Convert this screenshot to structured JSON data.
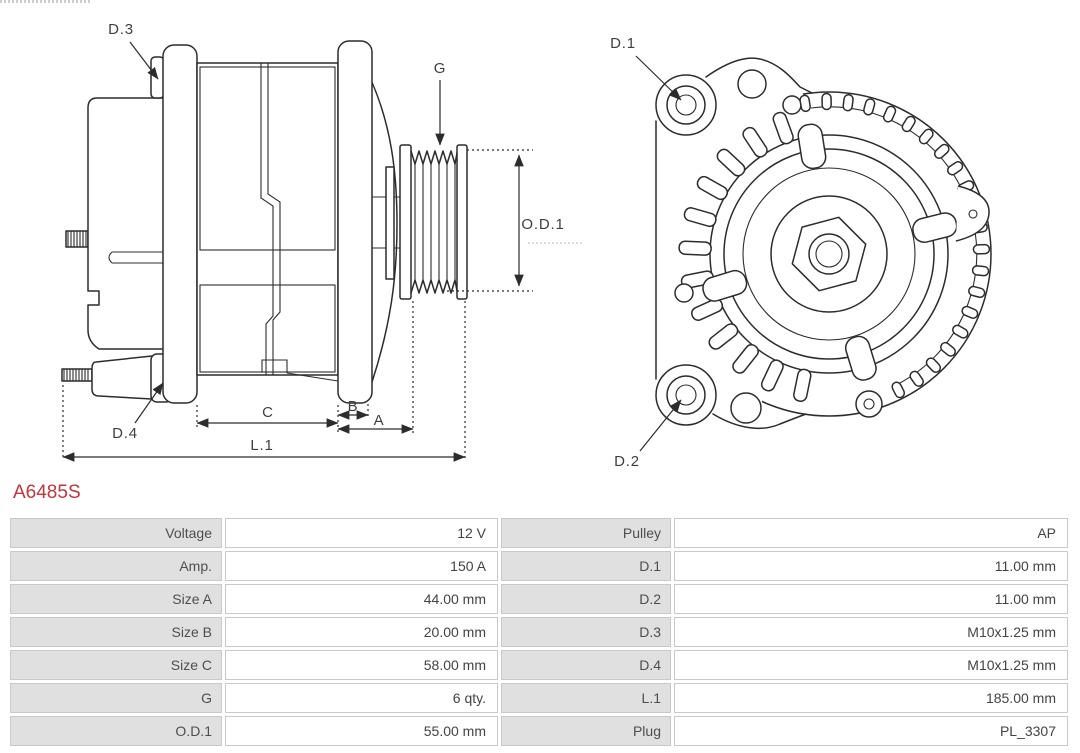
{
  "part_number": "A6485S",
  "accent_color": "#c1353b",
  "diagrams": {
    "side_view": {
      "labels": {
        "d3": "D.3",
        "g": "G",
        "od1": "O.D.1",
        "d4": "D.4",
        "c": "C",
        "b": "B",
        "a": "A",
        "l1": "L.1"
      }
    },
    "front_view": {
      "labels": {
        "d1": "D.1",
        "d2": "D.2"
      }
    }
  },
  "spec_table": {
    "colors": {
      "label_bg": "#e0e0e0",
      "value_bg": "#ffffff",
      "border": "#c9c9c9",
      "text": "#434343"
    },
    "rows": [
      {
        "label_left": "Voltage",
        "value_left": "12 V",
        "label_right": "Pulley",
        "value_right": "AP"
      },
      {
        "label_left": "Amp.",
        "value_left": "150 A",
        "label_right": "D.1",
        "value_right": "11.00 mm"
      },
      {
        "label_left": "Size A",
        "value_left": "44.00 mm",
        "label_right": "D.2",
        "value_right": "11.00 mm"
      },
      {
        "label_left": "Size B",
        "value_left": "20.00 mm",
        "label_right": "D.3",
        "value_right": "M10x1.25 mm"
      },
      {
        "label_left": "Size C",
        "value_left": "58.00 mm",
        "label_right": "D.4",
        "value_right": "M10x1.25 mm"
      },
      {
        "label_left": "G",
        "value_left": "6 qty.",
        "label_right": "L.1",
        "value_right": "185.00 mm"
      },
      {
        "label_left": "O.D.1",
        "value_left": "55.00 mm",
        "label_right": "Plug",
        "value_right": "PL_3307"
      }
    ]
  }
}
